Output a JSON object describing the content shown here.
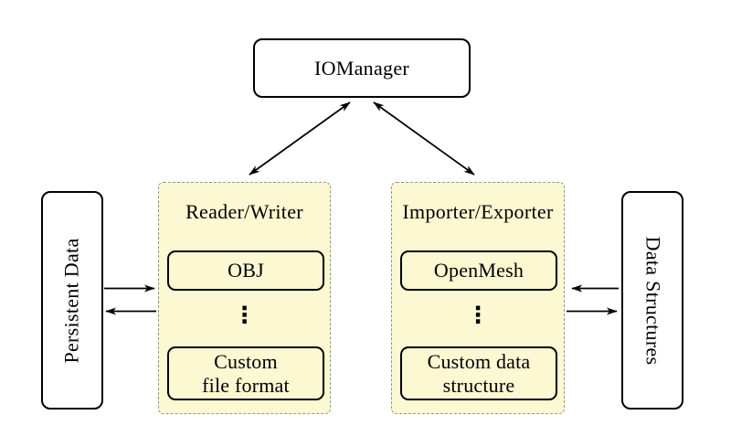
{
  "colors": {
    "group_fill": "#fbf8d2",
    "group_border": "#949494",
    "node_border": "#000000",
    "node_fill": "#ffffff",
    "arrow": "#000000"
  },
  "nodes": {
    "iomanager": {
      "label": "IOManager"
    },
    "persistent_data": {
      "label": "Persistent Data"
    },
    "data_structures": {
      "label": "Data Structures"
    },
    "reader_writer": {
      "title": "Reader/Writer",
      "ellipsis": "⋮",
      "items": [
        {
          "lines": [
            "OBJ"
          ]
        },
        {
          "lines": [
            "Custom",
            "file format"
          ]
        }
      ]
    },
    "importer_exporter": {
      "title": "Importer/Exporter",
      "ellipsis": "⋮",
      "items": [
        {
          "lines": [
            "OpenMesh"
          ]
        },
        {
          "lines": [
            "Custom data",
            "structure"
          ]
        }
      ]
    }
  }
}
